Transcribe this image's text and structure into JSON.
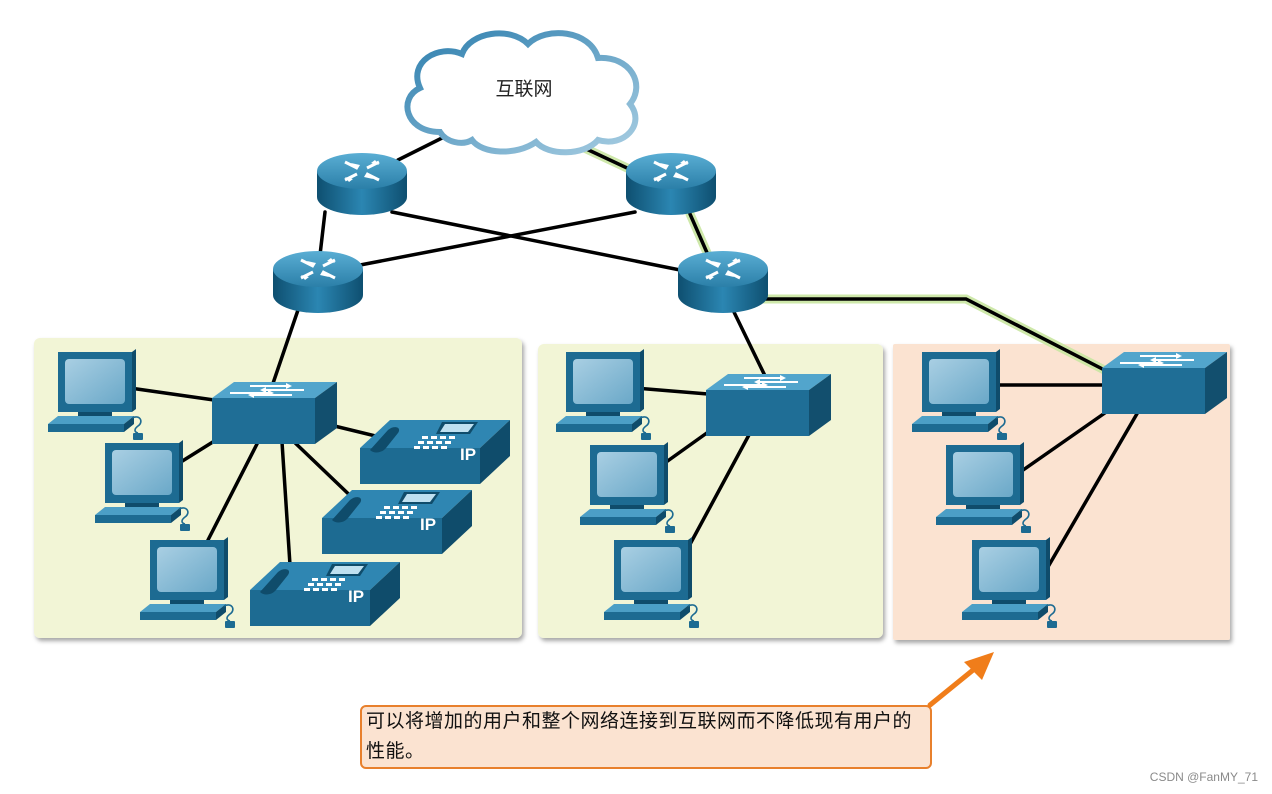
{
  "cloud": {
    "label": "互联网"
  },
  "phone": {
    "badge": "IP"
  },
  "callout": {
    "text": "可以将增加的用户和整个网络连接到互联网而不降低现有用户的性能。"
  },
  "watermark": {
    "text": "CSDN @FanMY_71"
  },
  "colors": {
    "device_blue": "#1f6e96",
    "device_top": "#3a93bc",
    "zone_green": "#f2f5d6",
    "zone_peach": "#fbe3d1",
    "callout_border": "#e8802c",
    "arrow": "#f07d1a",
    "link": "#000000",
    "link_glow": "#c9e6a1"
  },
  "icons": [
    "cloud-icon",
    "router-icon",
    "switch-icon",
    "pc-icon",
    "ip-phone-icon",
    "arrow-icon"
  ]
}
